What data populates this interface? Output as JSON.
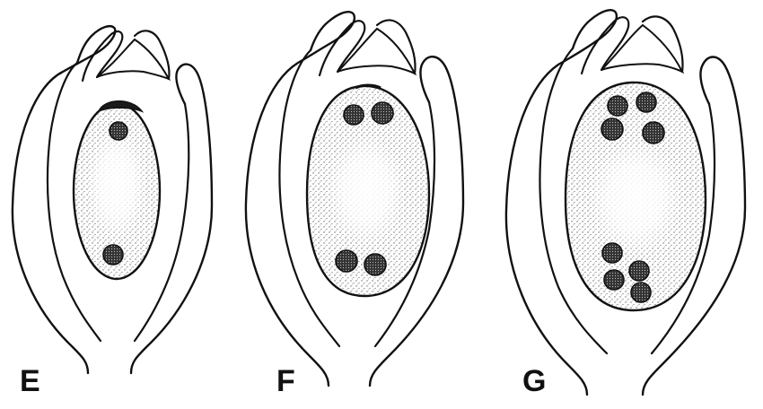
{
  "colors": {
    "ink": "#111111",
    "stipple": "#6a6a6a",
    "background": "#ffffff"
  },
  "panels": [
    {
      "label": "E",
      "nuclei_micropylar": 1,
      "nuclei_chalazal": 1
    },
    {
      "label": "F",
      "nuclei_micropylar": 2,
      "nuclei_chalazal": 2
    },
    {
      "label": "G",
      "nuclei_micropylar": 4,
      "nuclei_chalazal": 4
    }
  ]
}
